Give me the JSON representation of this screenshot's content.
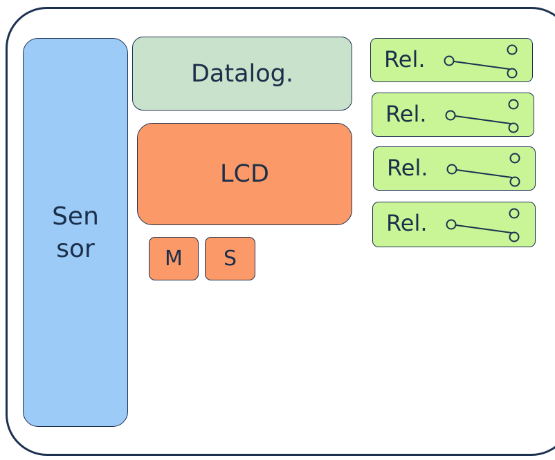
{
  "sensor": {
    "line1": "Sen",
    "line2": "sor"
  },
  "datalogger": {
    "label": "Datalog."
  },
  "lcd": {
    "label": "LCD"
  },
  "buttons": [
    {
      "label": "M"
    },
    {
      "label": "S"
    }
  ],
  "relays": [
    {
      "label": "Rel.",
      "icon": "relay-switch-icon"
    },
    {
      "label": "Rel.",
      "icon": "relay-switch-icon"
    },
    {
      "label": "Rel.",
      "icon": "relay-switch-icon"
    },
    {
      "label": "Rel.",
      "icon": "relay-switch-icon"
    }
  ],
  "colors": {
    "enclosure_border": "#1c3050",
    "sensor": "#9dcbf7",
    "datalogger": "#c9e2cb",
    "lcd": "#fb9a68",
    "relay": "#c9f597",
    "text": "#1b2f4a"
  }
}
